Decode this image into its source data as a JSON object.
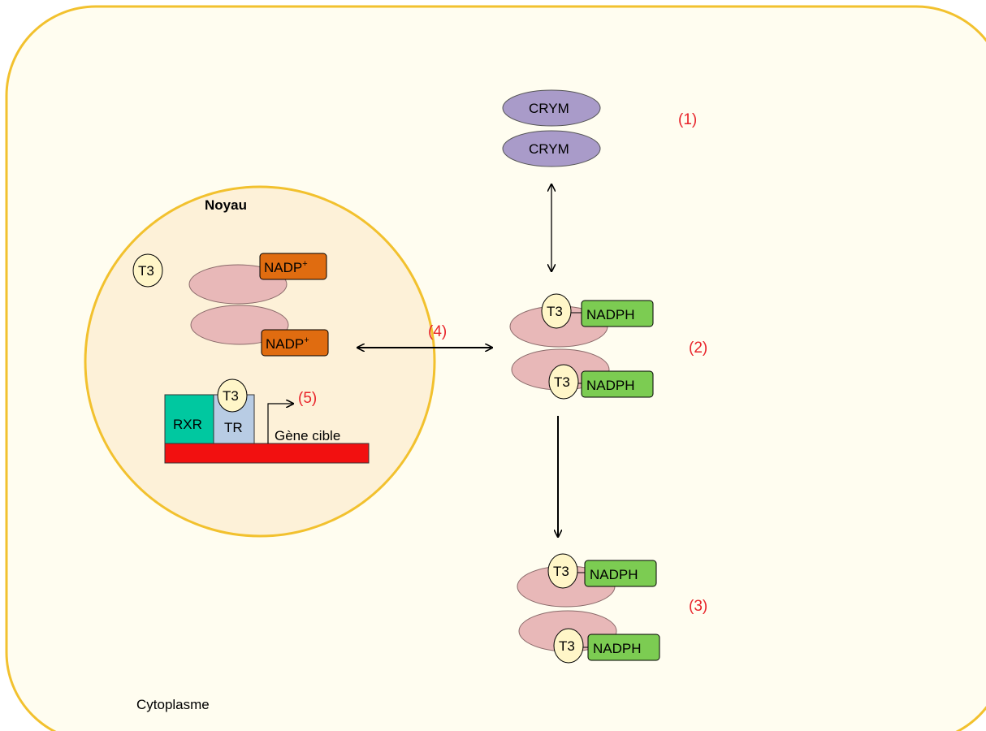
{
  "colors": {
    "cell_fill": "#fffdf0",
    "membrane": "#f2c12e",
    "nucleus_fill": "#fdf1d8",
    "crym_fill": "#a99bc9",
    "subunit_fill": "#e8b8b8",
    "t3_fill": "#fff6c8",
    "nadp_fill": "#e06c10",
    "nadph_fill": "#7ccc52",
    "rxr_fill": "#00c8a0",
    "tr_fill": "#b8cce4",
    "dna_fill": "#f21010",
    "step_text": "#e8232a"
  },
  "labels": {
    "cytoplasm": "Cytoplasme",
    "nucleus": "Noyau",
    "crym_top": "CRYM",
    "crym_bottom": "CRYM",
    "t3": "T3",
    "nadp_plus": "NADP",
    "nadp_sup": "+",
    "nadph": "NADPH",
    "rxr": "RXR",
    "tr": "TR",
    "target_gene": "Gène cible"
  },
  "steps": {
    "s1": "(1)",
    "s2": "(2)",
    "s3": "(3)",
    "s4": "(4)",
    "s5": "(5)"
  }
}
